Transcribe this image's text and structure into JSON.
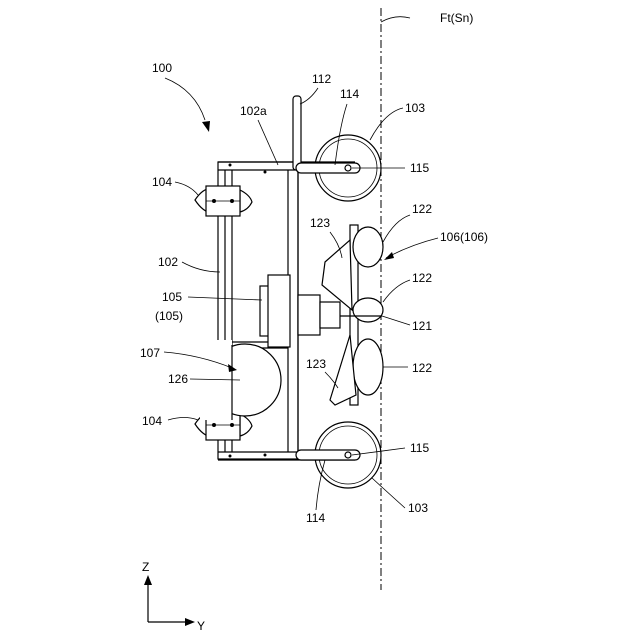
{
  "labels": {
    "surface": "Ft(Sn)",
    "device": "100",
    "plate_sub": "102a",
    "handle": "112",
    "arm_top": "114",
    "wheel_top": "103",
    "pin_top": "115",
    "magnet_top": "104",
    "fan_unit": "122",
    "fan_unit_top": "122",
    "unit": "106(106)",
    "fan_cover": "123",
    "plate": "102",
    "fan_mid": "122",
    "motor_a": "105",
    "motor_b": "(105)",
    "shaft": "121",
    "space": "107",
    "fan_cover_low": "123",
    "fan_low": "122",
    "weight": "126",
    "magnet_low": "104",
    "pin_low": "115",
    "arm_low": "114",
    "wheel_low": "103",
    "axis_z": "Z",
    "axis_y": "Y"
  }
}
